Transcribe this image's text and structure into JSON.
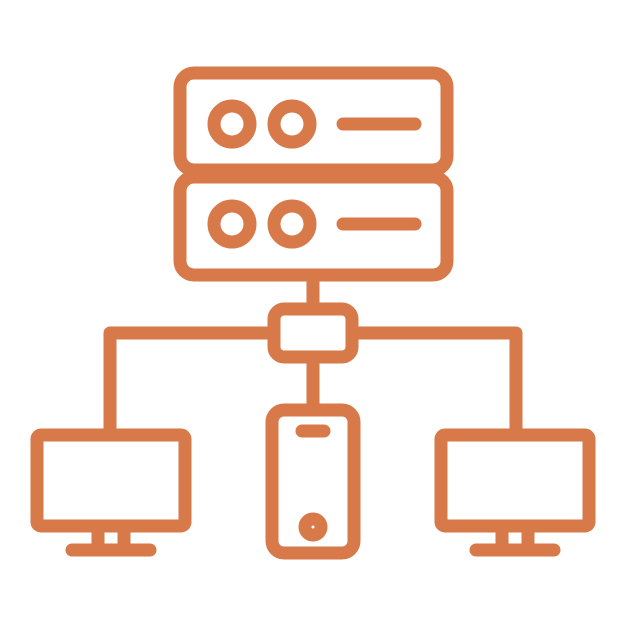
{
  "icon": {
    "name": "server-network-icon",
    "stroke_color": "#d77949",
    "background_color": "#ffffff",
    "parts": [
      "server-unit-top",
      "server-unit-bottom",
      "network-hub",
      "monitor-left",
      "smartphone",
      "monitor-right"
    ]
  }
}
